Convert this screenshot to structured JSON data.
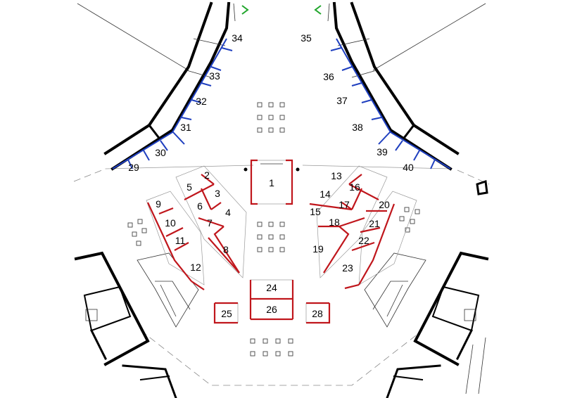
{
  "booths": [
    {
      "id": "1",
      "label": "1",
      "color": "red"
    },
    {
      "id": "2",
      "label": "2",
      "color": "red"
    },
    {
      "id": "3",
      "label": "3",
      "color": "red"
    },
    {
      "id": "4",
      "label": "4",
      "color": "red"
    },
    {
      "id": "5",
      "label": "5",
      "color": "red"
    },
    {
      "id": "6",
      "label": "6",
      "color": "red"
    },
    {
      "id": "7",
      "label": "7",
      "color": "red"
    },
    {
      "id": "8",
      "label": "8",
      "color": "red"
    },
    {
      "id": "9",
      "label": "9",
      "color": "red"
    },
    {
      "id": "10",
      "label": "10",
      "color": "red"
    },
    {
      "id": "11",
      "label": "11",
      "color": "red"
    },
    {
      "id": "12",
      "label": "12",
      "color": "red"
    },
    {
      "id": "13",
      "label": "13",
      "color": "red"
    },
    {
      "id": "14",
      "label": "14",
      "color": "red"
    },
    {
      "id": "15",
      "label": "15",
      "color": "red"
    },
    {
      "id": "16",
      "label": "16",
      "color": "red"
    },
    {
      "id": "17",
      "label": "17",
      "color": "red"
    },
    {
      "id": "18",
      "label": "18",
      "color": "red"
    },
    {
      "id": "19",
      "label": "19",
      "color": "red"
    },
    {
      "id": "20",
      "label": "20",
      "color": "red"
    },
    {
      "id": "21",
      "label": "21",
      "color": "red"
    },
    {
      "id": "22",
      "label": "22",
      "color": "red"
    },
    {
      "id": "23",
      "label": "23",
      "color": "red"
    },
    {
      "id": "24",
      "label": "24",
      "color": "red"
    },
    {
      "id": "25",
      "label": "25",
      "color": "red"
    },
    {
      "id": "26",
      "label": "26",
      "color": "red"
    },
    {
      "id": "28",
      "label": "28",
      "color": "red"
    },
    {
      "id": "29",
      "label": "29",
      "color": "blue"
    },
    {
      "id": "30",
      "label": "30",
      "color": "blue"
    },
    {
      "id": "31",
      "label": "31",
      "color": "blue"
    },
    {
      "id": "32",
      "label": "32",
      "color": "blue"
    },
    {
      "id": "33",
      "label": "33",
      "color": "blue"
    },
    {
      "id": "34",
      "label": "34",
      "color": "blue"
    },
    {
      "id": "35",
      "label": "35",
      "color": "blue"
    },
    {
      "id": "36",
      "label": "36",
      "color": "blue"
    },
    {
      "id": "37",
      "label": "37",
      "color": "blue"
    },
    {
      "id": "38",
      "label": "38",
      "color": "blue"
    },
    {
      "id": "39",
      "label": "39",
      "color": "blue"
    },
    {
      "id": "40",
      "label": "40",
      "color": "blue"
    }
  ],
  "colors": {
    "booth_red": "#c0161c",
    "booth_blue": "#1f3fbf",
    "marker_green": "#1fa52a",
    "wall": "#000000",
    "background": "#ffffff"
  }
}
